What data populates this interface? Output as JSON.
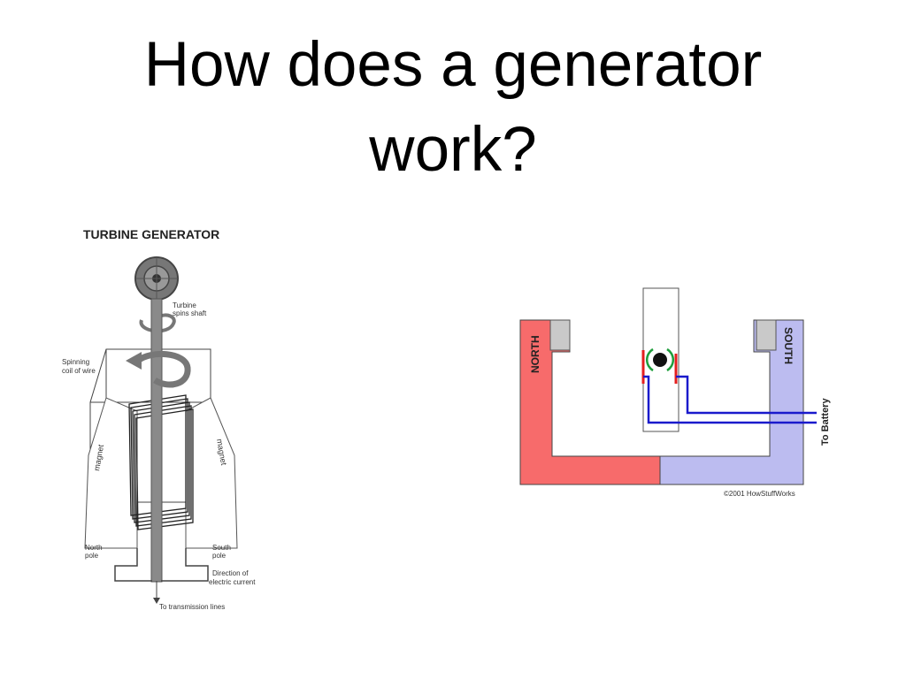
{
  "slide": {
    "title_line1": "How does a generator",
    "title_line2": "work?"
  },
  "turbine_diagram": {
    "heading": "TURBINE GENERATOR",
    "label_turbine_1": "Turbine",
    "label_turbine_2": "spins shaft",
    "label_coil_1": "Spinning",
    "label_coil_2": "coil of wire",
    "label_magnet_left": "magnet",
    "label_magnet_right": "magnet",
    "label_north_1": "North",
    "label_north_2": "pole",
    "label_south_1": "South",
    "label_south_2": "pole",
    "label_current_1": "Direction of",
    "label_current_2": "electric current",
    "label_lines": "To transmission lines"
  },
  "magnet_diagram": {
    "label_north": "NORTH",
    "label_south": "SOUTH",
    "label_battery": "To Battery",
    "copyright": "©2001 HowStuffWorks",
    "colors": {
      "north": "#f76b6b",
      "south": "#bcbcf0",
      "wire": "#1a1acc",
      "brush": "#e51e1e",
      "field": "#1e9e3c"
    }
  }
}
